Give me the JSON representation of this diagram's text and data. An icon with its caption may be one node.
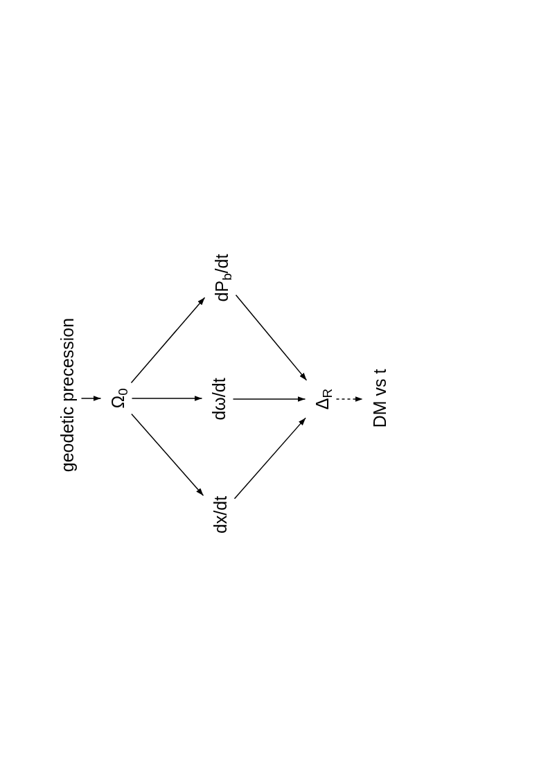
{
  "diagram": {
    "nodes": [
      {
        "text": [
          "geodetic precession"
        ]
      },
      {
        "text": [
          "Ω$_{0}$"
        ]
      },
      {
        "text": [
          "dP$_{b}$/dt"
        ]
      },
      {
        "text": [
          "dω/dt"
        ]
      },
      {
        "text": [
          "dx/dt"
        ]
      },
      {
        "text": [
          "Δ$_{R}$"
        ]
      },
      {
        "text": [
          "DM vs t"
        ]
      }
    ],
    "edges": [
      {
        "from": 0,
        "to": 1,
        "arrow": "to"
      },
      {
        "from": 1,
        "to": 2,
        "arrow": "to"
      },
      {
        "from": 1,
        "to": 3,
        "arrow": "to"
      },
      {
        "from": 1,
        "to": 4,
        "arrow": "to"
      },
      {
        "from": 2,
        "to": 5,
        "arrow": "to"
      },
      {
        "from": 3,
        "to": 5,
        "arrow": "to"
      },
      {
        "from": 4,
        "to": 5,
        "arrow": "to"
      },
      {
        "from": 5,
        "to": 6,
        "arrow": "to",
        "style": "dashed"
      }
    ]
  }
}
